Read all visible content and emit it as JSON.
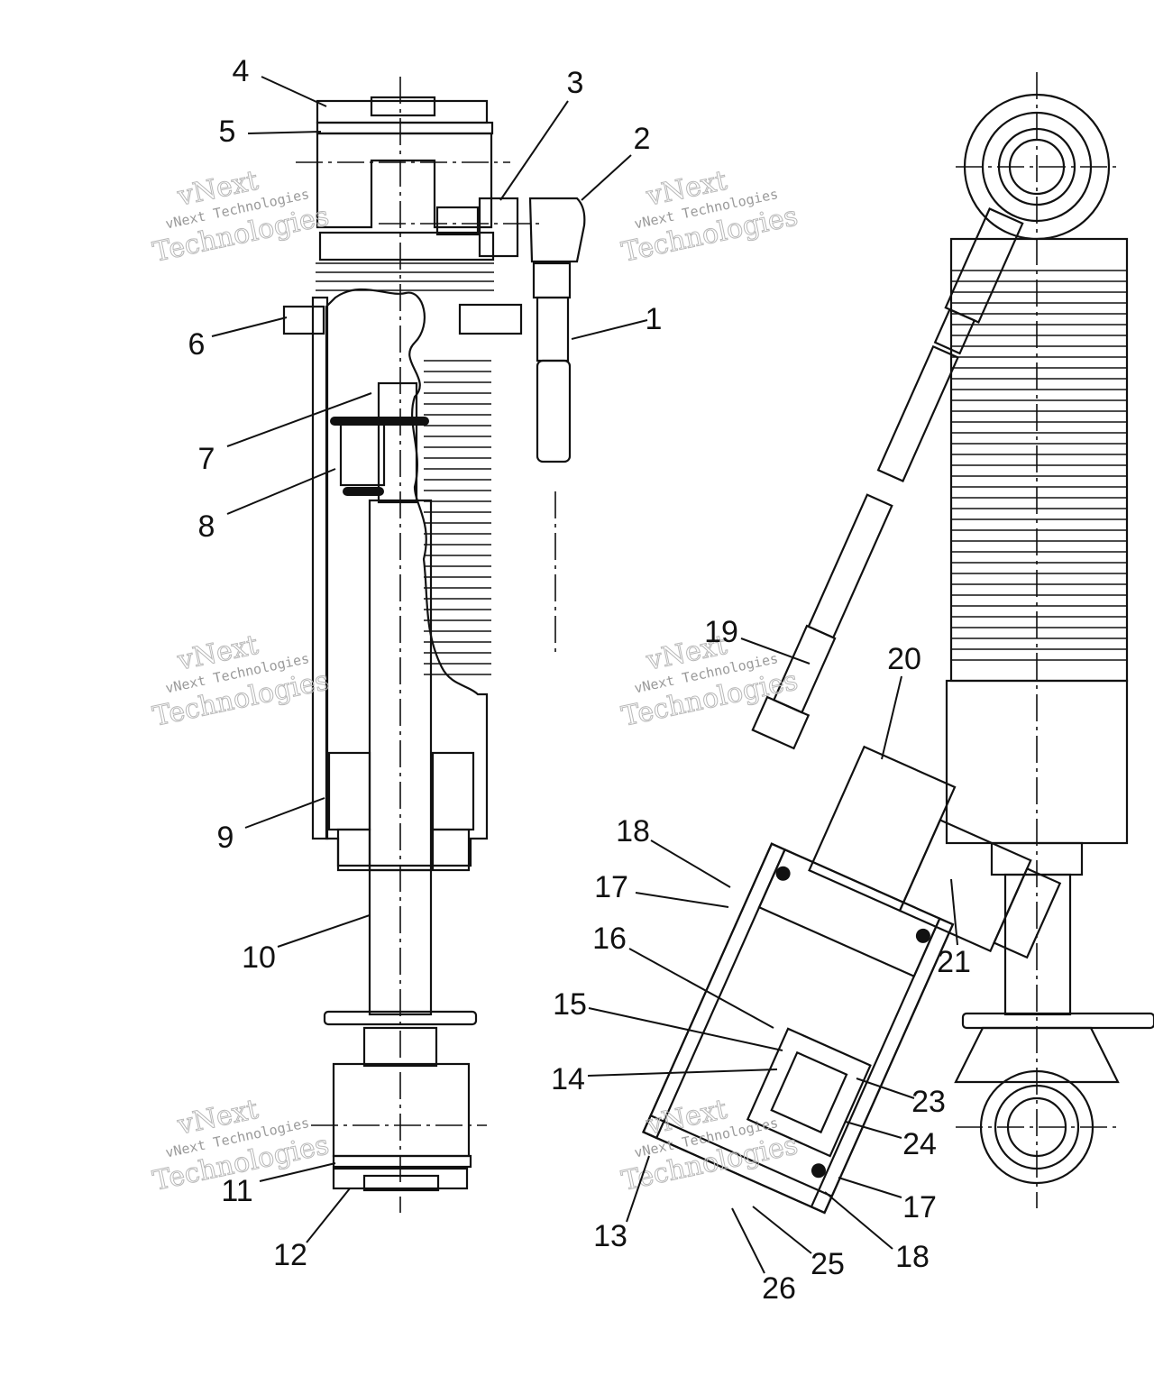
{
  "callouts": [
    {
      "label": "1"
    },
    {
      "label": "2"
    },
    {
      "label": "3"
    },
    {
      "label": "4"
    },
    {
      "label": "5"
    },
    {
      "label": "6"
    },
    {
      "label": "7"
    },
    {
      "label": "8"
    },
    {
      "label": "9"
    },
    {
      "label": "10"
    },
    {
      "label": "11"
    },
    {
      "label": "12"
    },
    {
      "label": "13"
    },
    {
      "label": "14"
    },
    {
      "label": "15"
    },
    {
      "label": "16"
    },
    {
      "label": "17"
    },
    {
      "label": "18"
    },
    {
      "label": "19"
    },
    {
      "label": "20"
    },
    {
      "label": "21"
    },
    {
      "label": "23"
    },
    {
      "label": "24"
    },
    {
      "label": "17"
    },
    {
      "label": "18"
    },
    {
      "label": "25"
    },
    {
      "label": "26"
    }
  ],
  "watermark": {
    "line1": "vNext",
    "line2": "vNext Technologies",
    "line3": "Technologies"
  }
}
